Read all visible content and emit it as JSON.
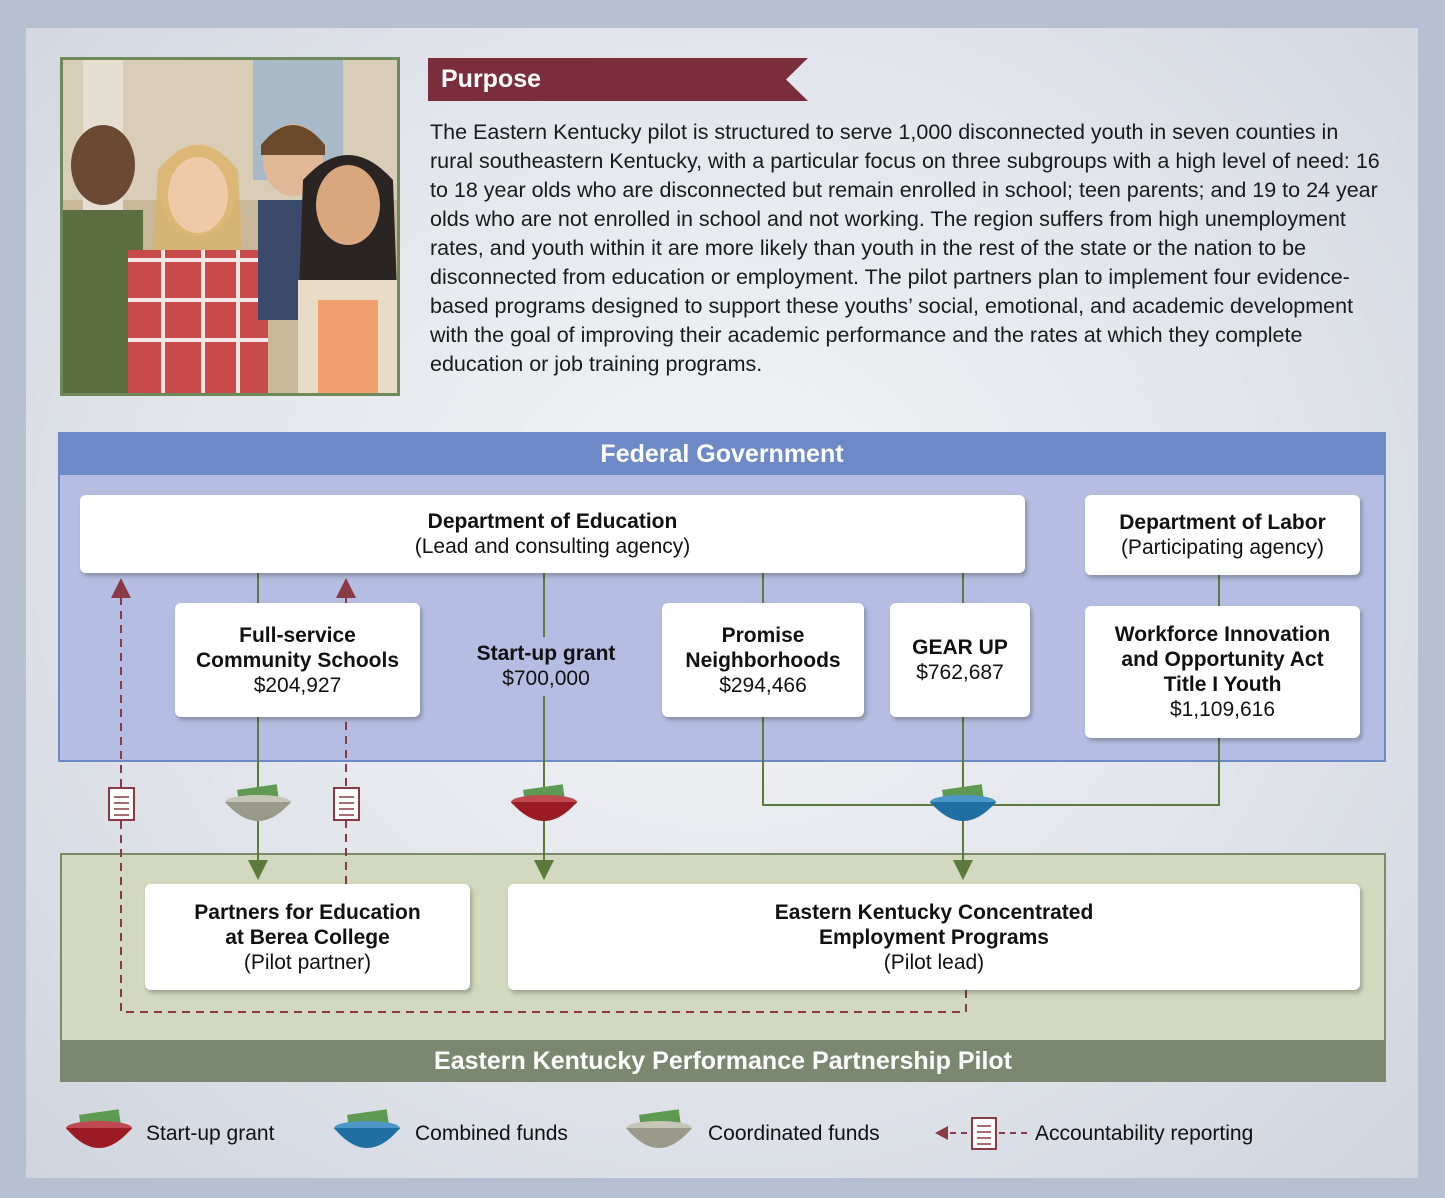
{
  "purpose": {
    "heading": "Purpose",
    "body": "The Eastern Kentucky pilot is structured to serve 1,000 disconnected youth in seven counties in rural southeastern Kentucky, with a particular focus on three subgroups with a high level of need: 16 to 18 year olds who are disconnected but remain enrolled in school; teen parents; and 19 to 24 year olds who are not enrolled in school and not working. The region suffers from high unemployment rates, and youth within it are more likely than youth in the rest of the state or the nation to be disconnected from education or employment. The pilot partners plan to implement four evidence-based programs designed to support these youths’ social, emotional, and academic development with the goal of improving their academic performance and the rates at which they complete education or job training programs."
  },
  "federal": {
    "title": "Federal Government",
    "doe": {
      "name": "Department of Education",
      "role": "(Lead and consulting agency)"
    },
    "dol": {
      "name": "Department of Labor",
      "role": "(Participating agency)"
    },
    "programs": {
      "fscs": {
        "line1": "Full-service",
        "line2": "Community Schools",
        "amount": "$204,927"
      },
      "startup": {
        "name": "Start-up grant",
        "amount": "$700,000"
      },
      "promise": {
        "line1": "Promise",
        "line2": "Neighborhoods",
        "amount": "$294,466"
      },
      "gearup": {
        "name": "GEAR UP",
        "amount": "$762,687"
      },
      "wioa": {
        "line1": "Workforce Innovation",
        "line2": "and Opportunity Act",
        "line3": "Title I Youth",
        "amount": "$1,109,616"
      }
    }
  },
  "pilot": {
    "title": "Eastern Kentucky Performance Partnership Pilot",
    "partner": {
      "line1": "Partners for Education",
      "line2": "at Berea College",
      "role": "(Pilot partner)"
    },
    "lead": {
      "line1": "Eastern Kentucky Concentrated",
      "line2": "Employment Programs",
      "role": "(Pilot lead)"
    }
  },
  "legend": {
    "startup": "Start-up grant",
    "combined": "Combined funds",
    "coordinated": "Coordinated funds",
    "accountability": "Accountability reporting"
  },
  "colors": {
    "startup_bowl": "#9b1b24",
    "combined_bowl": "#1f6fa3",
    "coordinated_bowl": "#9a9a8a",
    "funding_line": "#5b7a3c",
    "accountability_line": "#8a3a44",
    "federal_bar": "#6d8ac6",
    "pilot_bar": "#7a8870",
    "purpose_banner": "#7a2e3b"
  }
}
